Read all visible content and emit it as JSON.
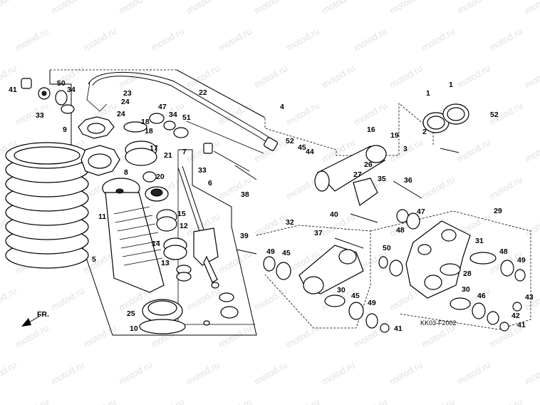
{
  "diagram": {
    "code": "KK03-F2002",
    "direction_label": "FR.",
    "watermark": "motod.ru",
    "callouts": [
      "1",
      "1",
      "2",
      "3",
      "4",
      "5",
      "6",
      "7",
      "8",
      "9",
      "10",
      "11",
      "12",
      "13",
      "14",
      "15",
      "16",
      "17",
      "18",
      "18",
      "19",
      "20",
      "21",
      "22",
      "23",
      "24",
      "24",
      "25",
      "26",
      "27",
      "28",
      "29",
      "30",
      "30",
      "31",
      "32",
      "33",
      "33",
      "34",
      "34",
      "35",
      "36",
      "37",
      "38",
      "39",
      "40",
      "41",
      "41",
      "41",
      "42",
      "43",
      "44",
      "45",
      "45",
      "45",
      "46",
      "47",
      "47",
      "48",
      "48",
      "49",
      "49",
      "49",
      "50",
      "50",
      "51",
      "52",
      "52"
    ]
  }
}
